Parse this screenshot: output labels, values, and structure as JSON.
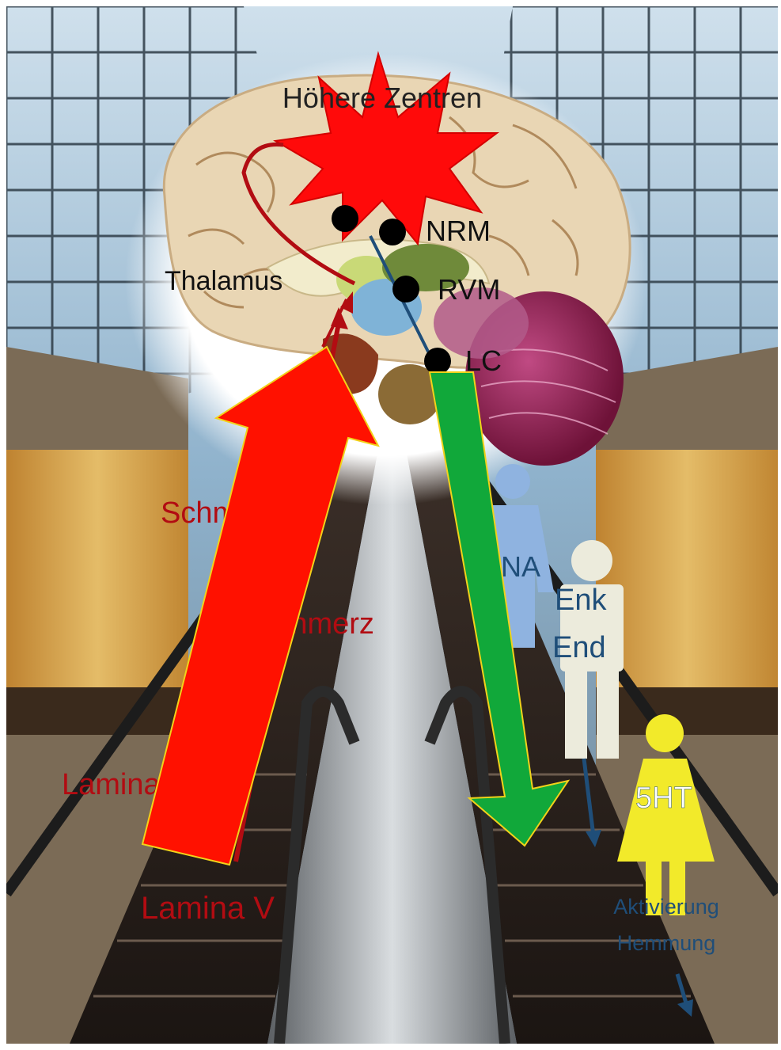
{
  "labels": {
    "higher_centers": "Höhere Zentren",
    "thalamus": "Thalamus",
    "nrm": "NRM",
    "rvm": "RVM",
    "lc": "LC",
    "schmerz_1": "Schmerz",
    "schmerz_2": "Schmerz",
    "lamina_1": "Lamina I",
    "lamina_5": "Lamina V",
    "na": "NA",
    "enk": "Enk",
    "end": "End",
    "ht5": "5HT",
    "aktivierung": "Aktivierung",
    "hemmung": "Hemmung"
  },
  "colors": {
    "ascending_pain": "#ff1100",
    "descending_inhibition": "#11a83a",
    "pain_text": "#b20c12",
    "transmitter_text": "#1f4e79",
    "nuclei": "#000000",
    "burst": "#ff0a0a",
    "figure_na": "#8fb3e0",
    "figure_enk": "#ecebdc",
    "figure_5ht": "#f2ea2a"
  },
  "icons": [
    "brain-icon",
    "pain-burst-icon",
    "person-figure-icon",
    "escalator-background"
  ]
}
